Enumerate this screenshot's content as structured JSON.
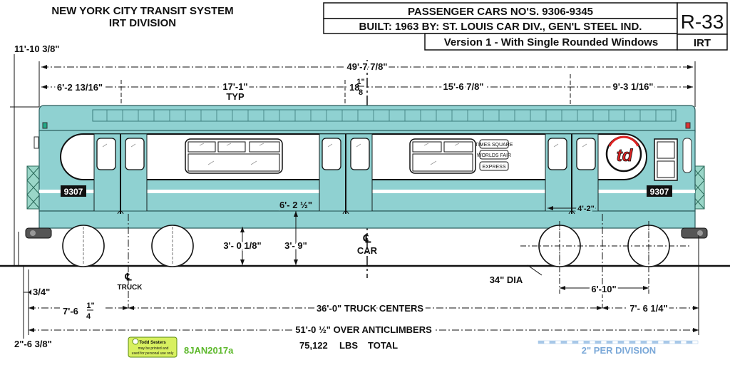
{
  "header": {
    "agency": "NEW YORK CITY TRANSIT SYSTEM",
    "division": "IRT DIVISION",
    "cars": "PASSENGER CARS NO'S. 9306-9345",
    "built": "BUILT:  1963  BY: ST. LOUIS CAR DIV., GEN'L STEEL IND.",
    "version": "Version 1 - With Single Rounded Windows",
    "model": "R-33",
    "line": "IRT"
  },
  "dimensions": {
    "height_total": "11'-10 3/8\"",
    "overall_length": "49'-7 7/8\"",
    "end_to_door": "6'-2 13/16\"",
    "door_spacing": "17'-1\"",
    "typ": "TYP",
    "center_offset_whole": "18",
    "center_offset_frac_num": "1\"",
    "center_offset_frac_den": "8",
    "mid_span": "15'-6 7/8\"",
    "end_span": "9'-3 1/16\"",
    "floor_height": "6'- 2 ½\"",
    "door_width": "4'-2\"",
    "body_clearance": "3'- 0 1/8\"",
    "floor_to_rail": "3'- 9\"",
    "car_centerline_label": "CAR",
    "truck_centerline_label": "TRUCK",
    "wheel_dia": "34\" DIA",
    "wheelbase": "6'-10\"",
    "left_gap": "3/4\"",
    "left_overhang_whole": "7'-6",
    "left_overhang_num": "1\"",
    "left_overhang_den": "4",
    "truck_centers": "36'-0\" TRUCK CENTERS",
    "right_overhang": "7'- 6 1/4\"",
    "over_anticlimbers": "51'-0 ½\" OVER ANTICLIMBERS",
    "coupler_height": "2\"-6 3/8\""
  },
  "car": {
    "number_left": "9307",
    "number_right": "9307",
    "sign_1": "TIMES SQUARE",
    "sign_2": "WORLDS FAIR",
    "sign_3": "EXPRESS",
    "logo": "td",
    "body_color": "#8fd1d1",
    "band_color": "#ffffff"
  },
  "footer": {
    "credit_name": "Todd Sesters",
    "credit_note_1": "may be printed and",
    "credit_note_2": "used for personal use only",
    "date": "8JAN2017a",
    "weight_value": "75,122",
    "weight_unit": "LBS",
    "weight_label": "TOTAL",
    "scale": "2\" PER DIVISION"
  }
}
